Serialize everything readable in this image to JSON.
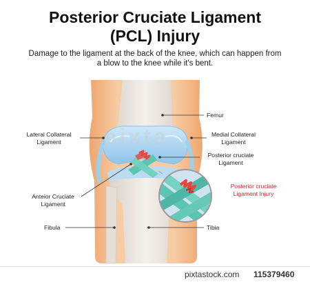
{
  "title": {
    "line1": "Posterior Cruciate Ligament",
    "line2": "(PCL) Injury"
  },
  "subtitle": {
    "line1": "Damage to the ligament at the back of the knee, which can happen from",
    "line2": "a blow to the knee while it's bent."
  },
  "labels": {
    "femur": "Femur",
    "lateral_collateral_l1": "Lateral Collateral",
    "lateral_collateral_l2": "Ligament",
    "medial_collateral_l1": "Medial Collateral",
    "medial_collateral_l2": "Ligament",
    "posterior_cruciate_l1": "Posterior cruciate",
    "posterior_cruciate_l2": "Ligament",
    "anterior_cruciate_l1": "Anteior Cruciate",
    "anterior_cruciate_l2": "Ligament",
    "pcl_injury_l1": "Posterior cruciate",
    "pcl_injury_l2": "Ligament Injury",
    "fibula": "Fibula",
    "tibia": "Tibia"
  },
  "watermark": "pixta",
  "footer": {
    "site": "pixtastock.com",
    "id": "115379460"
  },
  "colors": {
    "skin": "#f7c9a0",
    "skin_dark": "#eca06b",
    "bone": "#e9e3dc",
    "cartilage": "#a9d4ef",
    "ligament": "#5cc4b2",
    "injury": "#e8453c",
    "label_red": "#d6202a"
  }
}
